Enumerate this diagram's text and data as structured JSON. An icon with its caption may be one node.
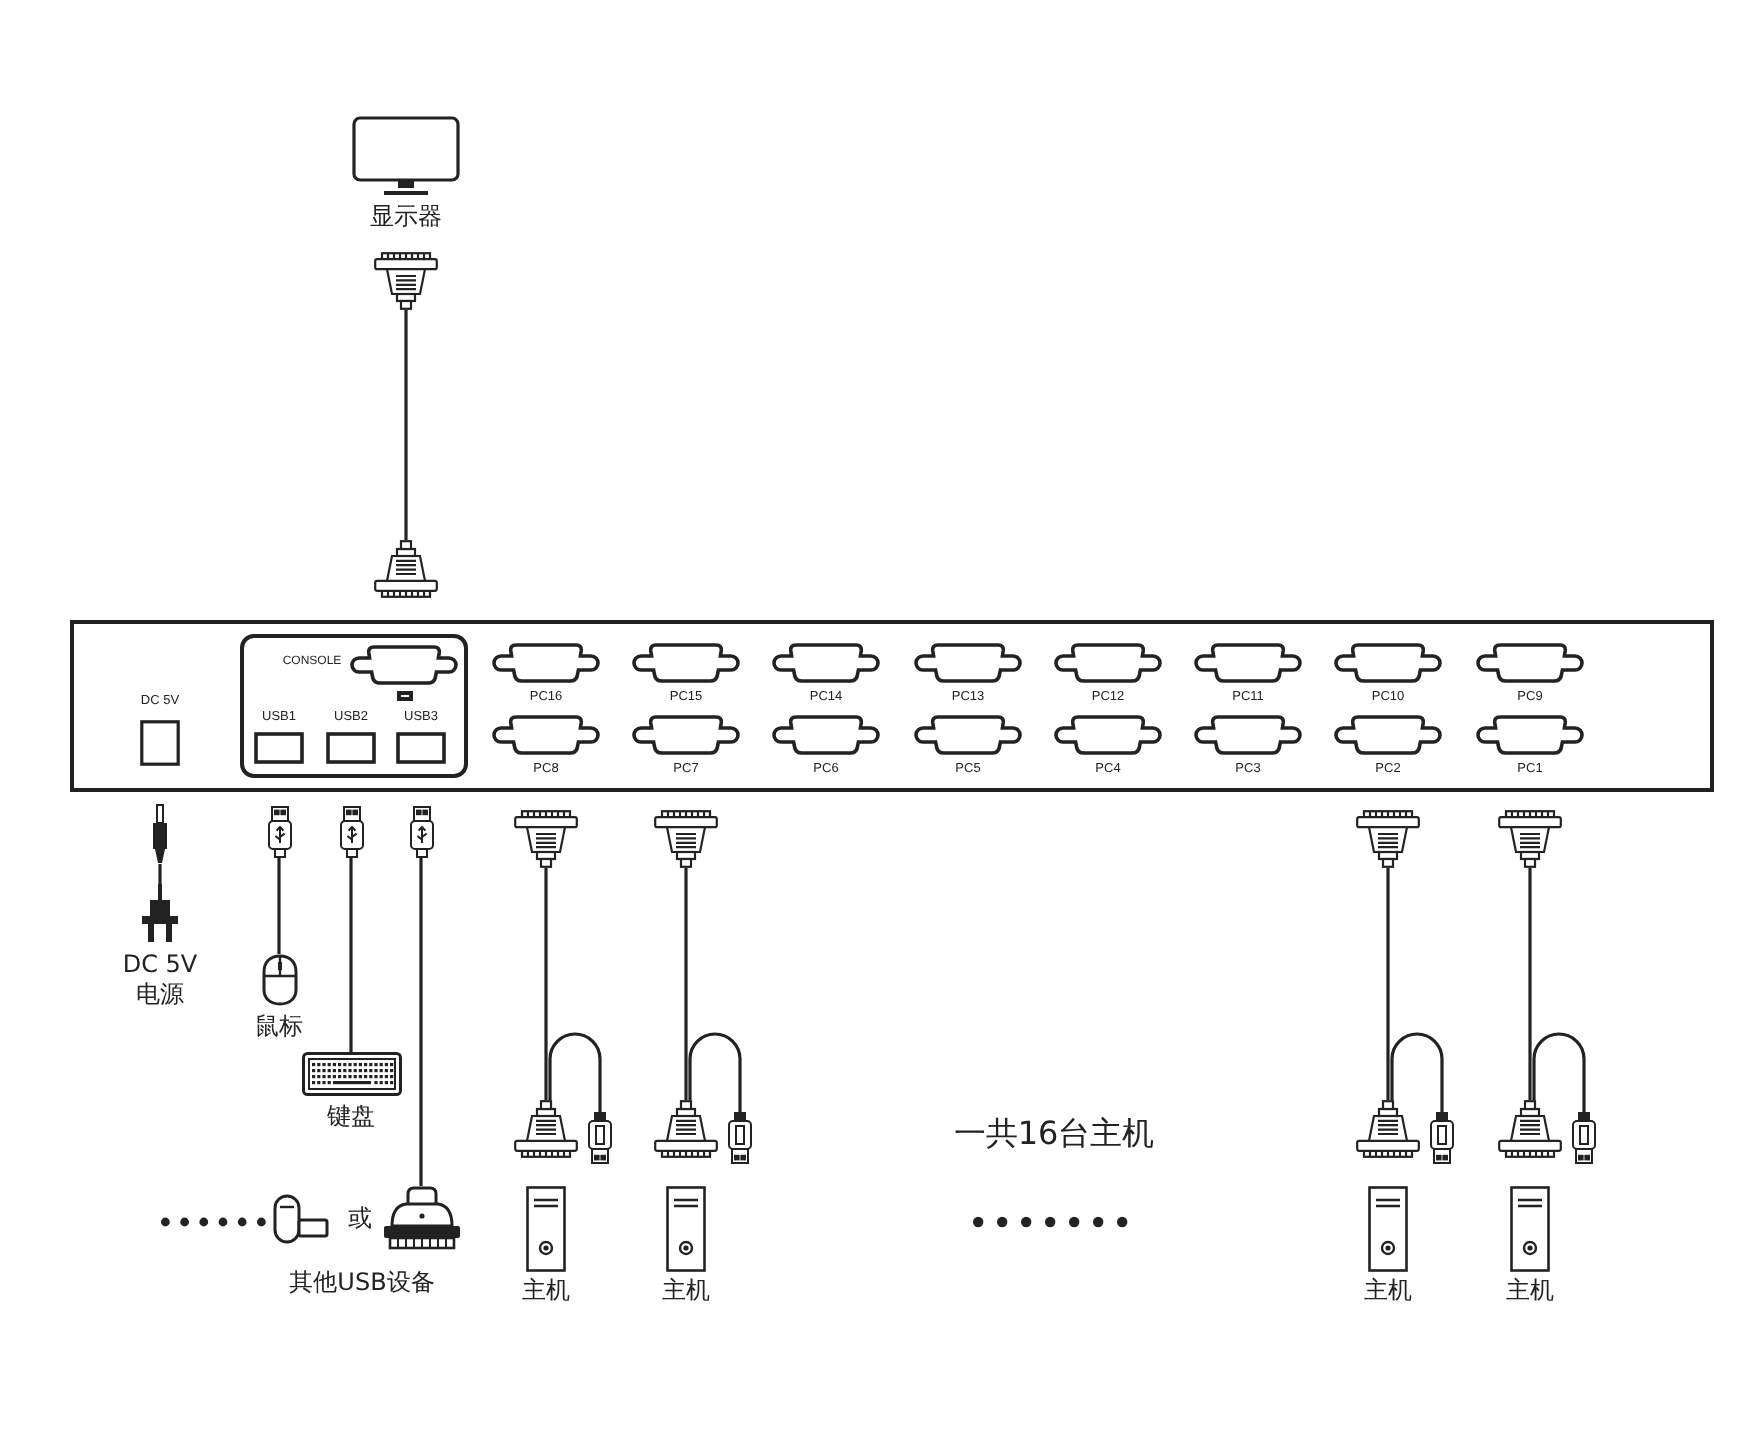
{
  "diagram": {
    "nodes": [
      {
        "text": [
          "显示器"
        ]
      },
      {
        "text": [],
        "shape": "picture"
      },
      {
        "text": [],
        "shape": "picture"
      },
      {
        "text": [],
        "shape": "box"
      },
      {
        "text": [
          "DC 5V"
        ],
        "in": 3
      },
      {
        "text": [],
        "shape": "box",
        "in": 3
      },
      {
        "text": [
          "CONSOLE"
        ],
        "in": 5
      },
      {
        "text": [
          "USB1"
        ],
        "in": 5
      },
      {
        "text": [
          "USB2"
        ],
        "in": 5
      },
      {
        "text": [
          "USB3"
        ],
        "in": 5
      },
      {
        "text": [
          "PC16"
        ],
        "in": 3
      },
      {
        "text": [
          "PC15"
        ],
        "in": 3
      },
      {
        "text": [
          "PC14"
        ],
        "in": 3
      },
      {
        "text": [
          "PC13"
        ],
        "in": 3
      },
      {
        "text": [
          "PC12"
        ],
        "in": 3
      },
      {
        "text": [
          "PC11"
        ],
        "in": 3
      },
      {
        "text": [
          "PC10"
        ],
        "in": 3
      },
      {
        "text": [
          "PC9"
        ],
        "in": 3
      },
      {
        "text": [
          "PC8"
        ],
        "in": 3
      },
      {
        "text": [
          "PC7"
        ],
        "in": 3
      },
      {
        "text": [
          "PC6"
        ],
        "in": 3
      },
      {
        "text": [
          "PC5"
        ],
        "in": 3
      },
      {
        "text": [
          "PC4"
        ],
        "in": 3
      },
      {
        "text": [
          "PC3"
        ],
        "in": 3
      },
      {
        "text": [
          "PC2"
        ],
        "in": 3
      },
      {
        "text": [
          "PC1"
        ],
        "in": 3
      },
      {
        "text": [],
        "shape": "picture"
      },
      {
        "text": [],
        "shape": "picture"
      },
      {
        "text": [],
        "shape": "picture"
      },
      {
        "text": [],
        "shape": "picture"
      },
      {
        "text": [],
        "shape": "picture"
      },
      {
        "text": [],
        "shape": "picture"
      },
      {
        "text": [],
        "shape": "picture"
      },
      {
        "text": [],
        "shape": "picture"
      },
      {
        "text": [
          "DC 5V 电源"
        ]
      },
      {
        "text": [
          "鼠标"
        ]
      },
      {
        "text": [
          "键盘"
        ]
      },
      {
        "text": [],
        "shape": "picture"
      },
      {
        "text": [],
        "shape": "picture"
      },
      {
        "text": [],
        "shape": "picture"
      },
      {
        "text": [],
        "shape": "picture"
      },
      {
        "text": [],
        "shape": "picture"
      },
      {
        "text": [],
        "shape": "picture"
      },
      {
        "text": [],
        "shape": "picture"
      },
      {
        "text": [],
        "shape": "picture"
      },
      {
        "text": [],
        "shape": "picture"
      },
      {
        "text": [],
        "shape": "picture"
      },
      {
        "text": [
          "主机"
        ]
      },
      {
        "text": [
          "主机"
        ]
      },
      {
        "text": [
          "主机"
        ]
      },
      {
        "text": [
          "主机"
        ]
      }
    ],
    "edges": [
      {
        "from": 1,
        "to": 2,
        "arrow": "none"
      },
      {
        "from": 26,
        "to": 34,
        "arrow": "none"
      },
      {
        "from": 27,
        "to": 35,
        "arrow": "none"
      },
      {
        "from": 28,
        "to": 36,
        "arrow": "none"
      },
      {
        "from": 29,
        "to": 46,
        "arrow": "none"
      },
      {
        "from": 30,
        "to": 37,
        "arrow": "none"
      },
      {
        "from": 37,
        "to": 38,
        "arrow": "none"
      },
      {
        "from": 31,
        "to": 39,
        "arrow": "none"
      },
      {
        "from": 39,
        "to": 40,
        "arrow": "none"
      },
      {
        "from": 32,
        "to": 41,
        "arrow": "none"
      },
      {
        "from": 41,
        "to": 42,
        "arrow": "none"
      },
      {
        "from": 33,
        "to": 43,
        "arrow": "none"
      },
      {
        "from": 43,
        "to": 44,
        "arrow": "none"
      }
    ],
    "labels": [
      "一共16台主机",
      "或",
      "其他USB设备"
    ]
  }
}
